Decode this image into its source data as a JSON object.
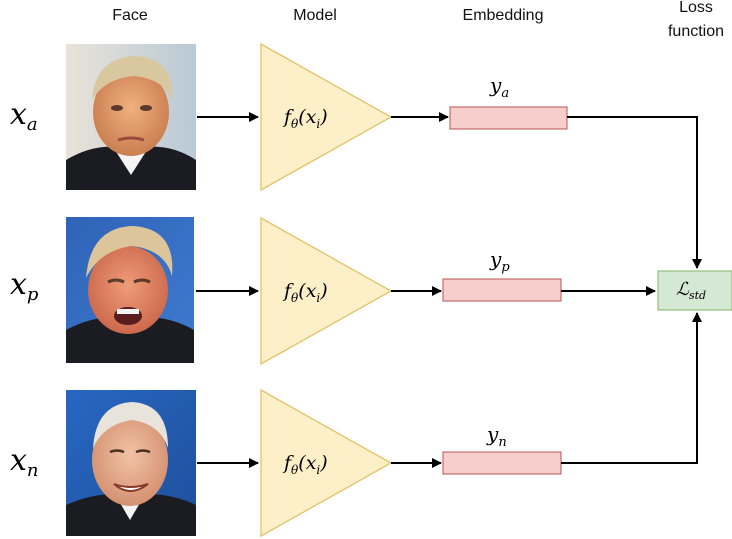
{
  "headers": {
    "face": "Face",
    "model": "Model",
    "embedding": "Embedding",
    "loss_line1": "Loss",
    "loss_line2": "function"
  },
  "rows": [
    {
      "input_base": "x",
      "input_sub": "a",
      "model_text": "fθ(xi)",
      "model_base": "f",
      "model_sub": "θ",
      "model_arg_base": "(x",
      "model_arg_sub": "i",
      "model_arg_close": ")",
      "embedding_base": "y",
      "embedding_sub": "a",
      "photo": "trump-neutral-face"
    },
    {
      "input_base": "x",
      "input_sub": "p",
      "model_text": "fθ(xi)",
      "model_base": "f",
      "model_sub": "θ",
      "model_arg_base": "(x",
      "model_arg_sub": "i",
      "model_arg_close": ")",
      "embedding_base": "y",
      "embedding_sub": "p",
      "photo": "trump-shouting-face"
    },
    {
      "input_base": "x",
      "input_sub": "n",
      "model_text": "fθ(xi)",
      "model_base": "f",
      "model_sub": "θ",
      "model_arg_base": "(x",
      "model_arg_sub": "i",
      "model_arg_close": ")",
      "embedding_base": "y",
      "embedding_sub": "n",
      "photo": "biden-smiling-face"
    }
  ],
  "loss": {
    "base": "ℒ",
    "sub": "std"
  },
  "colors": {
    "model_fill": "#fdf0c8",
    "model_stroke": "#e3c26a",
    "embedding_fill": "#f8cecc",
    "embedding_stroke": "#b85450",
    "loss_fill": "#d5e8d4",
    "loss_stroke": "#82b366",
    "arrow": "#000000"
  }
}
